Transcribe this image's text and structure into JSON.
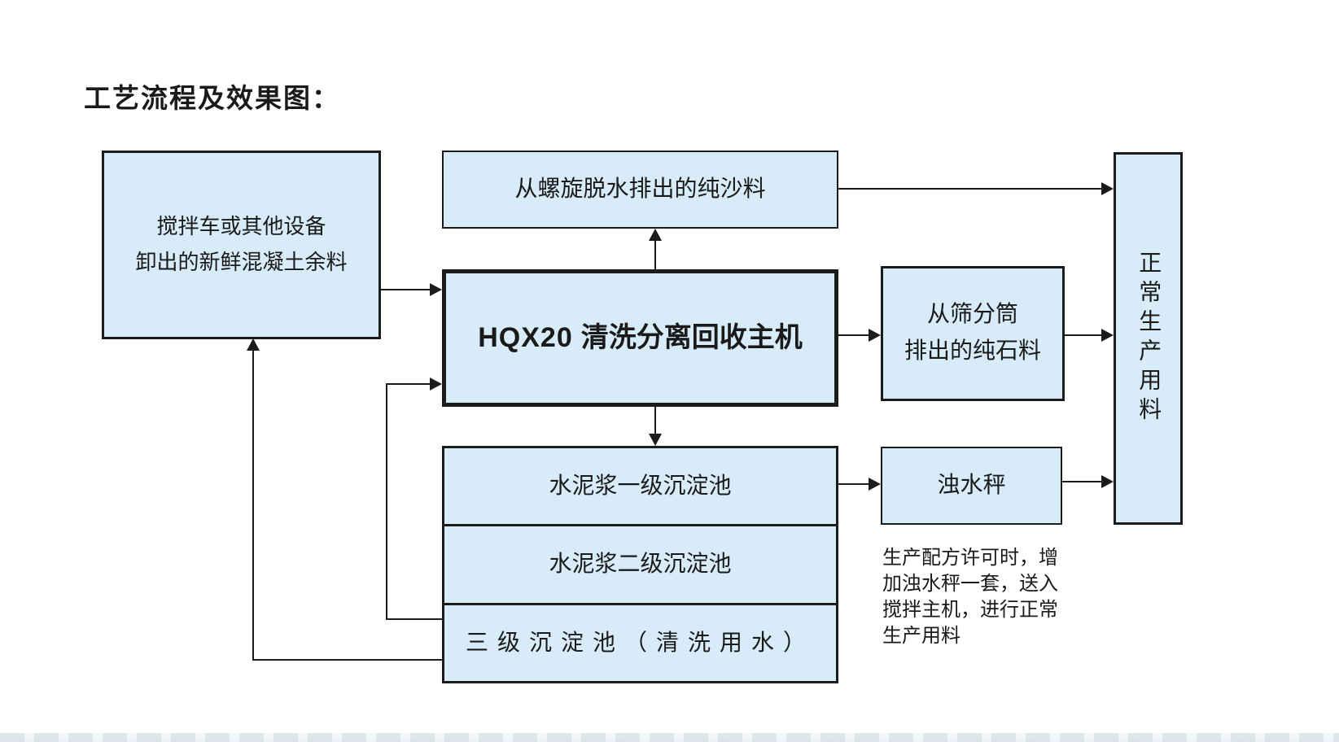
{
  "title": "工艺流程及效果图：",
  "boxes": {
    "source": {
      "lines": [
        "搅拌车或其他设备",
        "卸出的新鲜混凝土余料"
      ]
    },
    "sand": {
      "label": "从螺旋脱水排出的纯沙料"
    },
    "main": {
      "model": "HQX20",
      "name": "清洗分离回收主机"
    },
    "stone": {
      "lines": [
        "从筛分筒",
        "排出的纯石料"
      ]
    },
    "production": {
      "label": "正常生产用料"
    },
    "tank1": {
      "label": "水泥浆一级沉淀池"
    },
    "tank2": {
      "label": "水泥浆二级沉淀池"
    },
    "tank3": {
      "label": "三级沉淀池（清洗用水）"
    },
    "scale": {
      "label": "浊水秤"
    }
  },
  "note": {
    "lines": [
      "生产配方许可时，增",
      "加浊水秤一套，送入",
      "搅拌主机，进行正常",
      "生产用料"
    ]
  },
  "connections": [
    {
      "from": "source",
      "to": "main"
    },
    {
      "from": "main",
      "to": "sand"
    },
    {
      "from": "sand",
      "to": "production"
    },
    {
      "from": "main",
      "to": "stone"
    },
    {
      "from": "stone",
      "to": "production"
    },
    {
      "from": "main",
      "to": "tank1"
    },
    {
      "from": "tank1",
      "to": "scale"
    },
    {
      "from": "scale",
      "to": "production"
    },
    {
      "from": "tank3",
      "to": "main"
    },
    {
      "from": "tank3",
      "to": "source"
    }
  ],
  "colors": {
    "box_fill": "#d7ebf8",
    "box_border": "#1c1c1c",
    "line": "#1c1c1c",
    "text": "#1a1a1a",
    "background": "#ffffff"
  }
}
